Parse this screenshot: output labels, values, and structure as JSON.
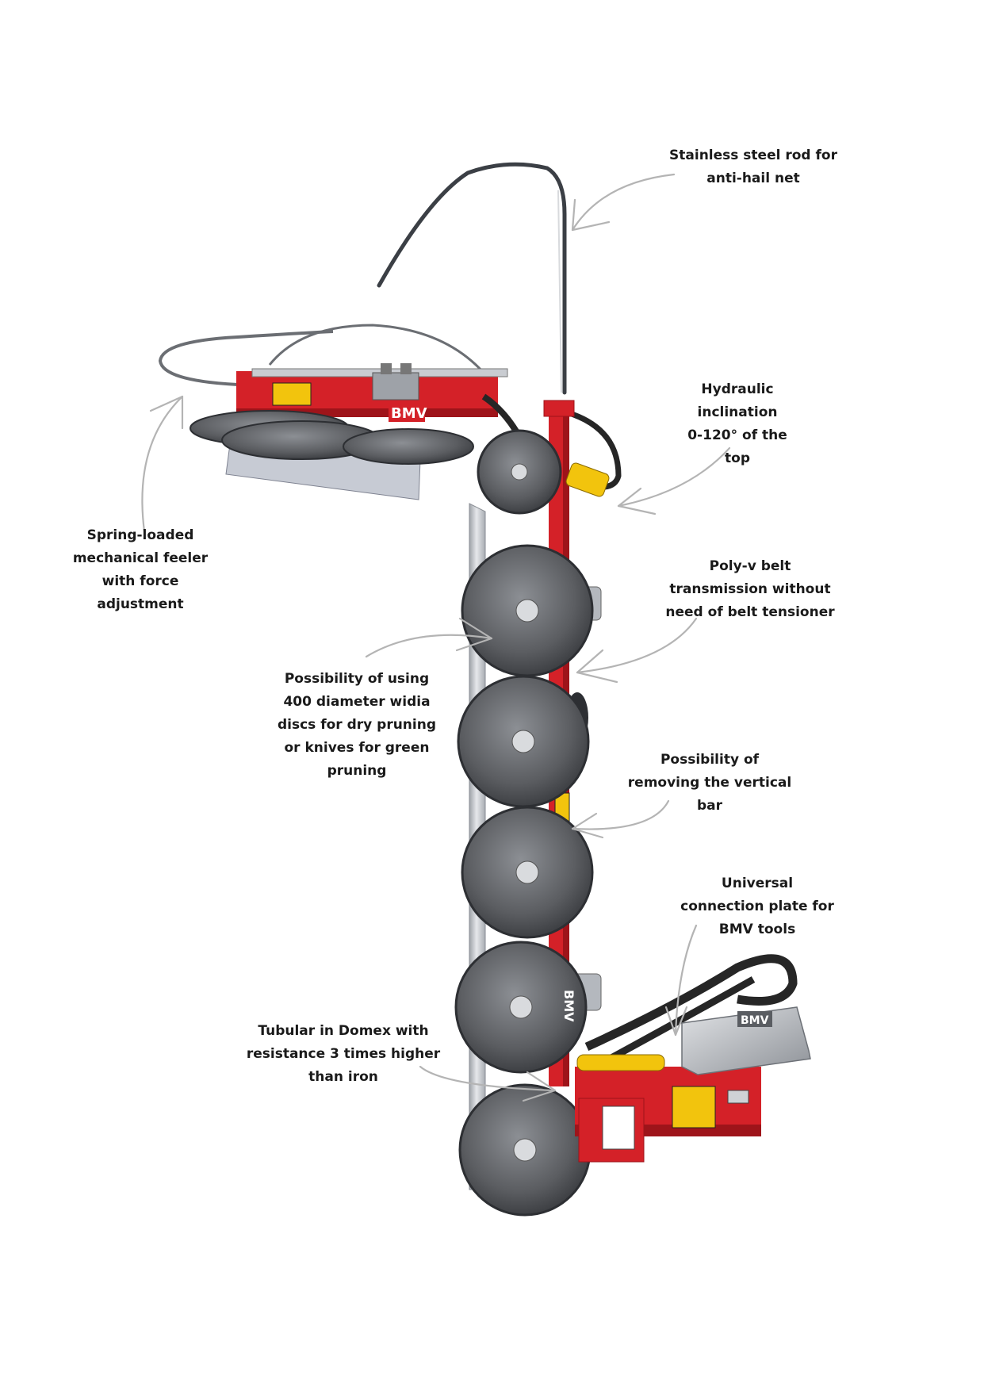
{
  "labels": {
    "rod": [
      "Stainless steel rod for",
      "anti-hail net"
    ],
    "hydraulic": [
      "Hydraulic",
      "inclination",
      "0-120° of the",
      "top"
    ],
    "spring": [
      "Spring-loaded",
      "mechanical feeler",
      "with force",
      "adjustment"
    ],
    "belt": [
      "Poly-v belt",
      "transmission without",
      "need of belt tensioner"
    ],
    "discs": [
      "Possibility of using",
      "400 diameter widia",
      "discs for dry pruning",
      "or knives for green",
      "pruning"
    ],
    "removing": [
      "Possibility of",
      "removing the vertical",
      "bar"
    ],
    "plate": [
      "Universal",
      "connection plate for",
      "BMV tools"
    ],
    "tubular": [
      "Tubular in Domex with",
      "resistance 3 times higher",
      "than iron"
    ]
  },
  "brand": {
    "logo_text": "BMV"
  },
  "colors": {
    "machine_red": "#d42128",
    "dark_red": "#9e141a",
    "blade": "#5b5d61",
    "steel": "#c9ccd1",
    "arrow": "#b4b4b4",
    "hydraulic_yellow": "#f2c40d",
    "hose": "#262626"
  }
}
